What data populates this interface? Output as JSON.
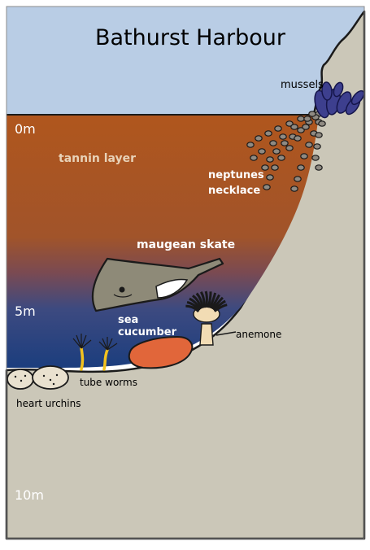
{
  "title": "Bathurst Harbour",
  "depth_markers": [
    "0m",
    "5m",
    "10m"
  ],
  "labels": {
    "mussels": "mussels",
    "tannin_layer": "tannin layer",
    "neptunes_necklace": [
      "neptunes",
      "necklace"
    ],
    "maugean_skate": "maugean skate",
    "sea_cucumber": [
      "sea",
      "cucumber"
    ],
    "anemone": "anemone",
    "tube_worms": "tube worms",
    "heart_urchins": "heart urchins"
  },
  "colors": {
    "sky": "#b9cde5",
    "tannin": "#b0561d",
    "deep_water": "#1f3f80",
    "seabed": "#cbc7b8",
    "mussel": "#3d3f8e",
    "skate": "#8e8a78",
    "cucumber": "#e1663a",
    "tube_worm": "#f2c21e"
  }
}
